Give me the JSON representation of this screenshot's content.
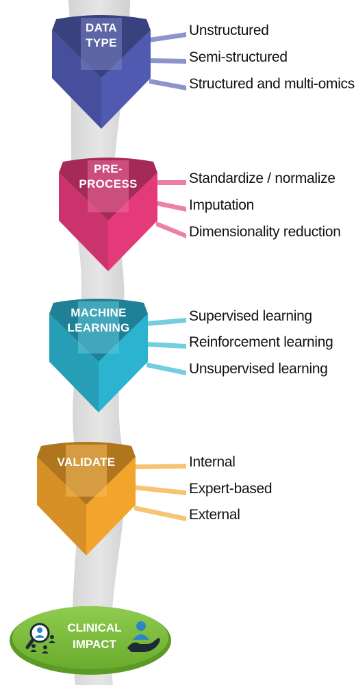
{
  "stages": [
    {
      "id": "data-type",
      "title_lines": [
        "DATA",
        "TYPE"
      ],
      "color": "#4f5ab0",
      "items": [
        "Unstructured",
        "Semi-structured",
        "Structured and multi-omics"
      ]
    },
    {
      "id": "pre-process",
      "title_lines": [
        "PRE-",
        "PROCESS"
      ],
      "color": "#e53a7a",
      "items": [
        "Standardize / normalize",
        "Imputation",
        "Dimensionality reduction"
      ]
    },
    {
      "id": "machine-learning",
      "title_lines": [
        "MACHINE",
        "LEARNING"
      ],
      "color": "#2bb3cf",
      "items": [
        "Supervised learning",
        "Reinforcement learning",
        "Unsupervised learning"
      ]
    },
    {
      "id": "validate",
      "title_lines": [
        "VALIDATE"
      ],
      "color": "#f3a42a",
      "items": [
        "Internal",
        "Expert-based",
        "External"
      ]
    }
  ],
  "impact": {
    "title_lines": [
      "CLINICAL",
      "IMPACT"
    ],
    "color": "#7fbf3f",
    "icons": [
      "magnifier-people-icon",
      "hand-person-icon"
    ]
  }
}
